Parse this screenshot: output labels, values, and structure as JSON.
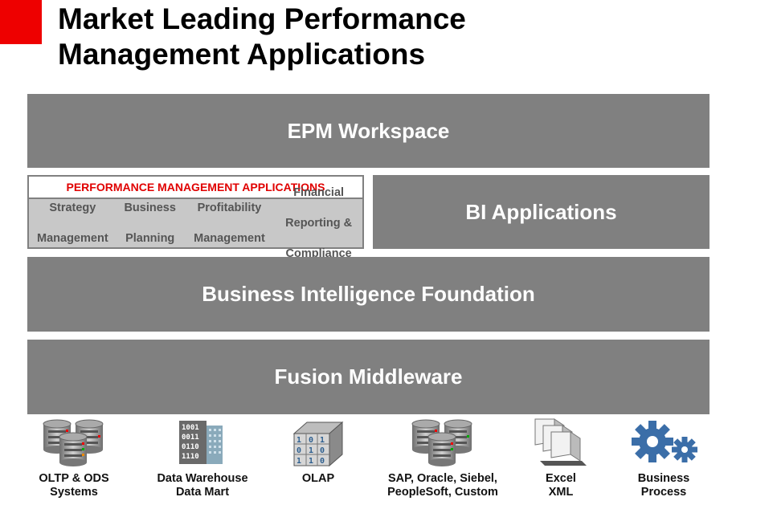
{
  "title": {
    "line1": "Market Leading Performance",
    "line2": "Management Applications"
  },
  "layers": {
    "epm_workspace": "EPM Workspace",
    "bi_applications": "BI Applications",
    "bi_foundation": "Business Intelligence Foundation",
    "fusion_middleware": "Fusion Middleware"
  },
  "pma": {
    "header": "PERFORMANCE MANAGEMENT APPLICATIONS",
    "items": [
      {
        "line1": "Strategy",
        "line2": "Management"
      },
      {
        "line1": "Business",
        "line2": "Planning"
      },
      {
        "line1": "Profitability",
        "line2": "Management"
      },
      {
        "line1": "Financial",
        "line2": "Reporting &",
        "line3": "Compliance"
      }
    ]
  },
  "sources": [
    {
      "icon": "database-cluster-icon",
      "line1": "OLTP & ODS",
      "line2": "Systems"
    },
    {
      "icon": "data-warehouse-building-icon",
      "line1": "Data Warehouse",
      "line2": "Data Mart",
      "glyph": "1001\n0011\n0110\n1110"
    },
    {
      "icon": "olap-cube-icon",
      "line1": "OLAP",
      "line2": ""
    },
    {
      "icon": "database-cluster-icon",
      "line1": "SAP, Oracle, Siebel,",
      "line2": "PeopleSoft, Custom"
    },
    {
      "icon": "documents-icon",
      "line1": "Excel",
      "line2": "XML"
    },
    {
      "icon": "gears-icon",
      "line1": "Business",
      "line2": "Process"
    }
  ],
  "colors": {
    "accent_red": "#ee0000",
    "band_gray": "#808080",
    "pma_fill": "#c8c8c8",
    "icon_blue": "#3b6ea8"
  }
}
